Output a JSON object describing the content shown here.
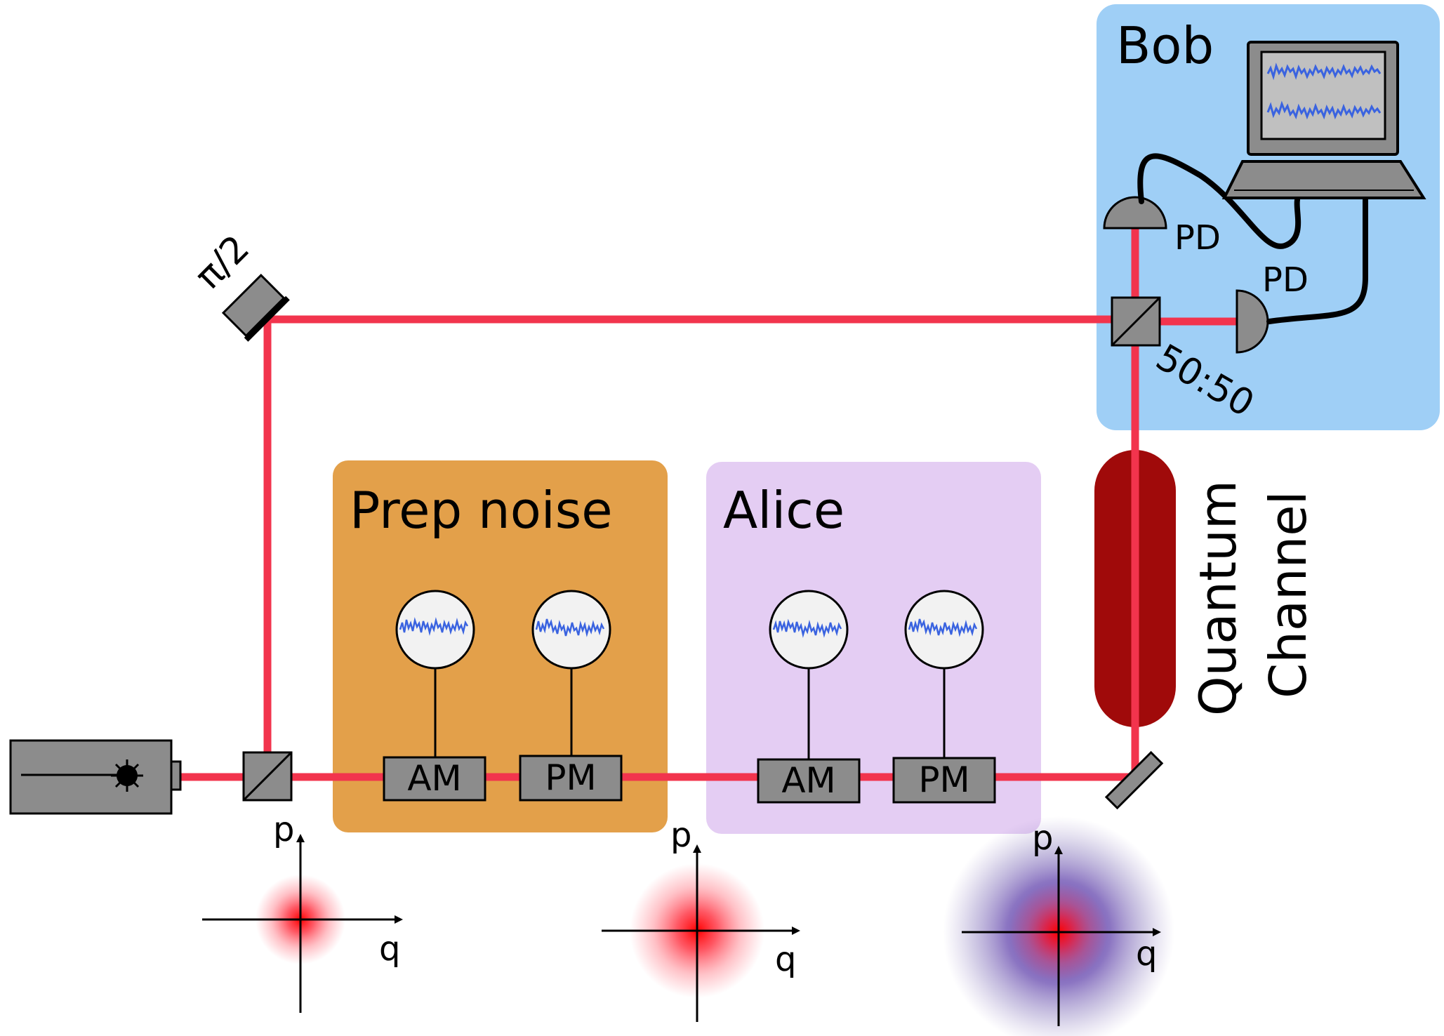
{
  "bob": {
    "title": "Bob",
    "pd_top": "PD",
    "pd_right": "PD",
    "splitter_ratio": "50:50"
  },
  "prep_noise": {
    "title": "Prep noise",
    "am_label": "AM",
    "pm_label": "PM"
  },
  "alice": {
    "title": "Alice",
    "am_label": "AM",
    "pm_label": "PM"
  },
  "phase_shift_label": "π/2",
  "quantum_channel": {
    "line1": "Quantum",
    "line2": "Channel"
  },
  "phase_space": [
    {
      "p_label": "p",
      "q_label": "q"
    },
    {
      "p_label": "p",
      "q_label": "q"
    },
    {
      "p_label": "p",
      "q_label": "q"
    }
  ],
  "colors": {
    "beam": "#f2344d",
    "bob_box": "#9fcff6",
    "prep_box": "#e3a04a",
    "alice_box": "#e4cdf3",
    "channel": "#a00a0a",
    "component_gray": "#8c8c8c",
    "signal_trace": "#3a63e0"
  }
}
